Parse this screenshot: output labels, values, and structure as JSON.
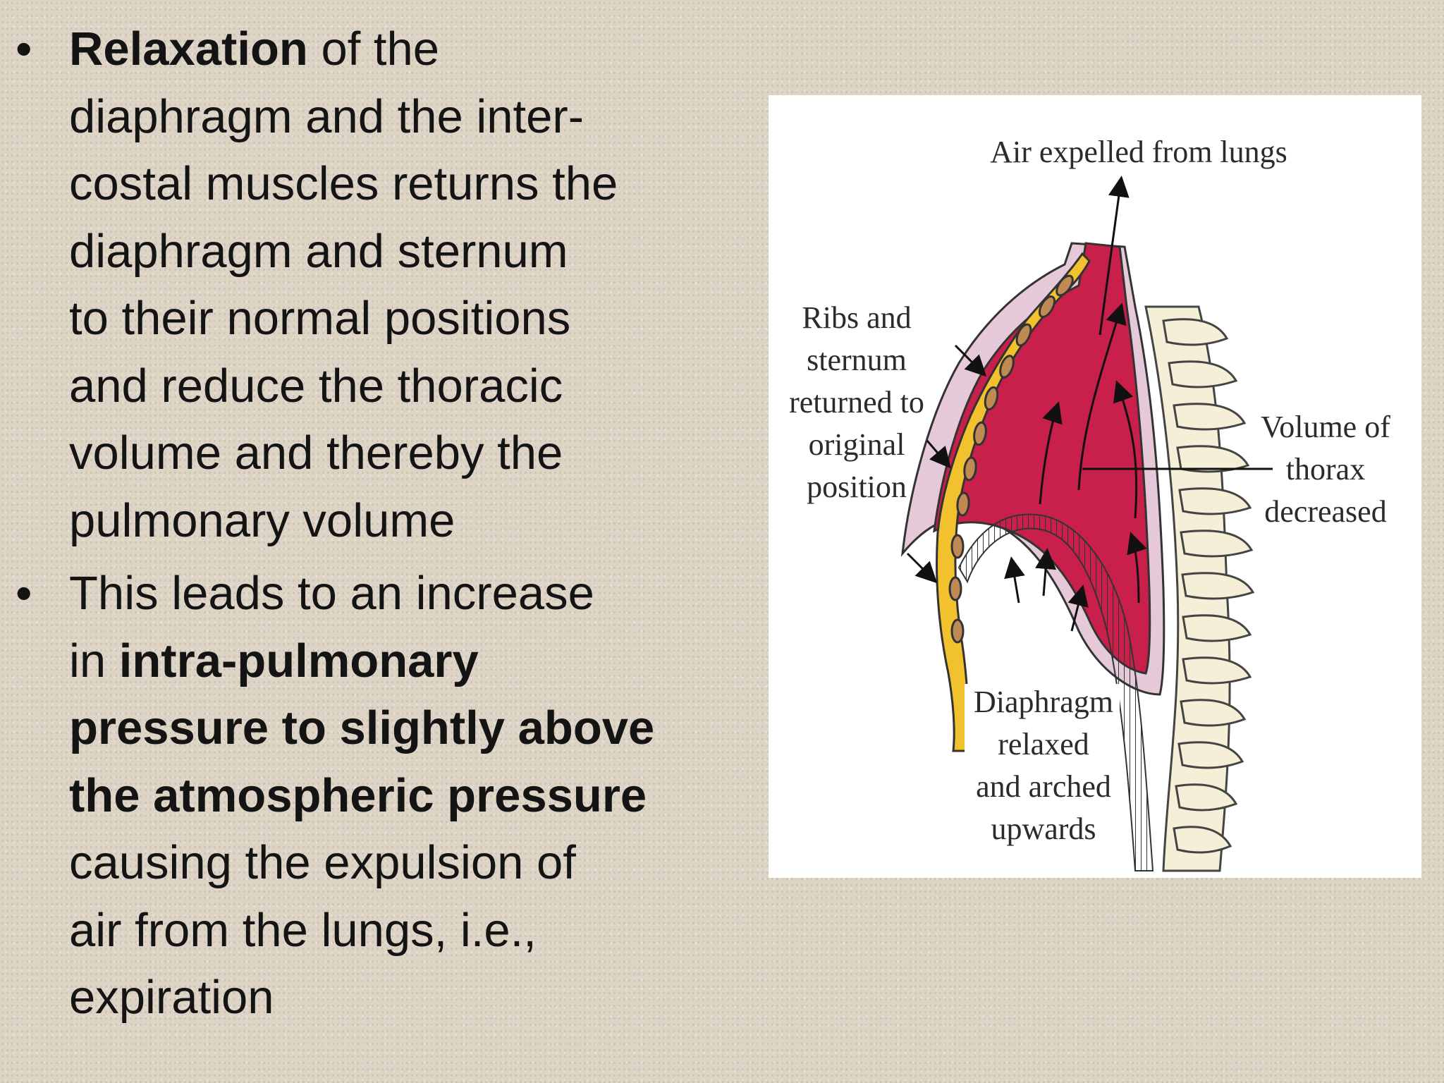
{
  "bullets": [
    {
      "lines": [
        {
          "bold": "Relaxation",
          "rest": " of the"
        },
        {
          "text": "diaphragm and the inter-"
        },
        {
          "text": "costal muscles returns the"
        },
        {
          "text": "diaphragm and sternum"
        },
        {
          "text": "to their normal positions"
        },
        {
          "text": "and reduce the thoracic"
        },
        {
          "text": "volume and thereby the"
        },
        {
          "text": "pulmonary volume"
        }
      ]
    },
    {
      "lines": [
        {
          "text": "This leads to an increase"
        },
        {
          "pre": "in ",
          "bold": "intra-pulmonary"
        },
        {
          "bold": "pressure to slightly above"
        },
        {
          "bold": "the atmospheric pressure"
        },
        {
          "text": "causing the expulsion of"
        },
        {
          "text": "air from the lungs, i.e.,"
        },
        {
          "text": "expiration"
        }
      ]
    }
  ],
  "bullet_symbol": "•",
  "figure": {
    "label_air": "Air expelled from lungs",
    "label_ribs": [
      "Ribs and",
      "sternum",
      "returned to",
      "original",
      "position"
    ],
    "label_volume": [
      "Volume of",
      "thorax",
      "decreased"
    ],
    "label_diaphragm": [
      "Diaphragm",
      "relaxed",
      "and arched",
      "upwards"
    ],
    "colors": {
      "lung": "#c8204a",
      "pleura": "#e6c9d8",
      "ribs": "#f2c12e",
      "spine": "#f4efd6"
    }
  }
}
